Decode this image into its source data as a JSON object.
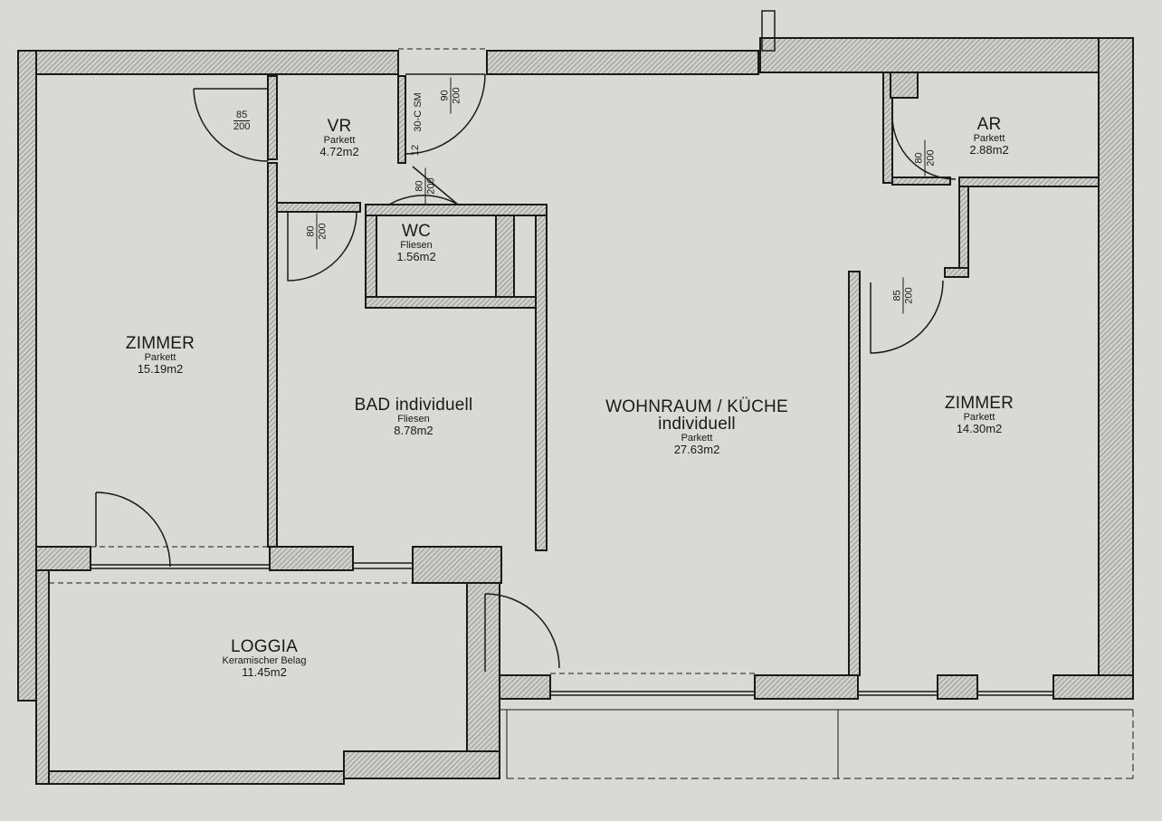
{
  "rooms": {
    "vr": {
      "name": "VR",
      "floor": "Parkett",
      "area": "4.72m2"
    },
    "zimmer1": {
      "name": "ZIMMER",
      "floor": "Parkett",
      "area": "15.19m2"
    },
    "wc": {
      "name": "WC",
      "floor": "Fliesen",
      "area": "1.56m2"
    },
    "bad": {
      "name": "BAD individuell",
      "floor": "Fliesen",
      "area": "8.78m2"
    },
    "wohnraum": {
      "name": "WOHNRAUM / KÜCHE",
      "name2": "individuell",
      "floor": "Parkett",
      "area": "27.63m2"
    },
    "ar": {
      "name": "AR",
      "floor": "Parkett",
      "area": "2.88m2"
    },
    "zimmer2": {
      "name": "ZIMMER",
      "floor": "Parkett",
      "area": "14.30m2"
    },
    "loggia": {
      "name": "LOGGIA",
      "floor": "Keramischer Belag",
      "area": "11.45m2"
    }
  },
  "doors": {
    "d_zimmer1": {
      "w": "85",
      "h": "200"
    },
    "d_entry": {
      "w": "90",
      "h": "200",
      "note": "30-C SM",
      "note2": "12"
    },
    "d_wc": {
      "w": "80",
      "h": "200"
    },
    "d_bad": {
      "w": "80",
      "h": "200"
    },
    "d_ar": {
      "w": "80",
      "h": "200"
    },
    "d_zimmer2": {
      "w": "85",
      "h": "200"
    }
  },
  "colors": {
    "paper": "#d9d9d6",
    "line": "#1a1a1a",
    "hatch": "#8a8a86"
  }
}
